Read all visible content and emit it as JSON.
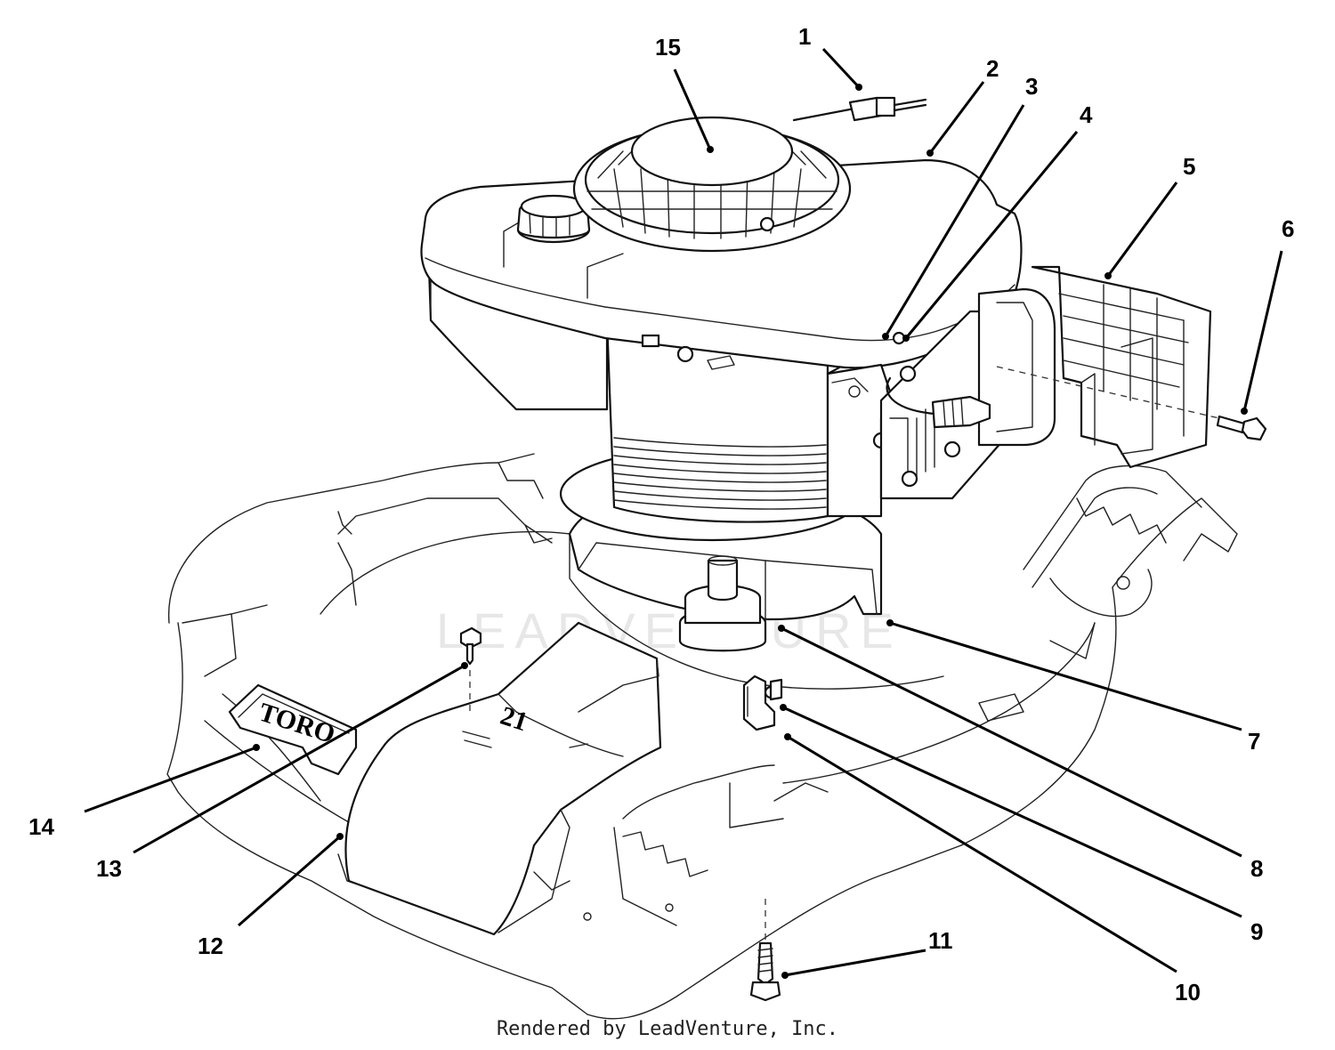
{
  "footer_text": "Rendered by LeadVenture, Inc.",
  "watermark_text": "LEADVENTURE",
  "deck_logo_text": "TORO",
  "shroud_marking": "21",
  "callouts": [
    {
      "label": "1"
    },
    {
      "label": "2"
    },
    {
      "label": "3"
    },
    {
      "label": "4"
    },
    {
      "label": "5"
    },
    {
      "label": "6"
    },
    {
      "label": "7"
    },
    {
      "label": "8"
    },
    {
      "label": "9"
    },
    {
      "label": "10"
    },
    {
      "label": "11"
    },
    {
      "label": "12"
    },
    {
      "label": "13"
    },
    {
      "label": "14"
    },
    {
      "label": "15"
    }
  ]
}
